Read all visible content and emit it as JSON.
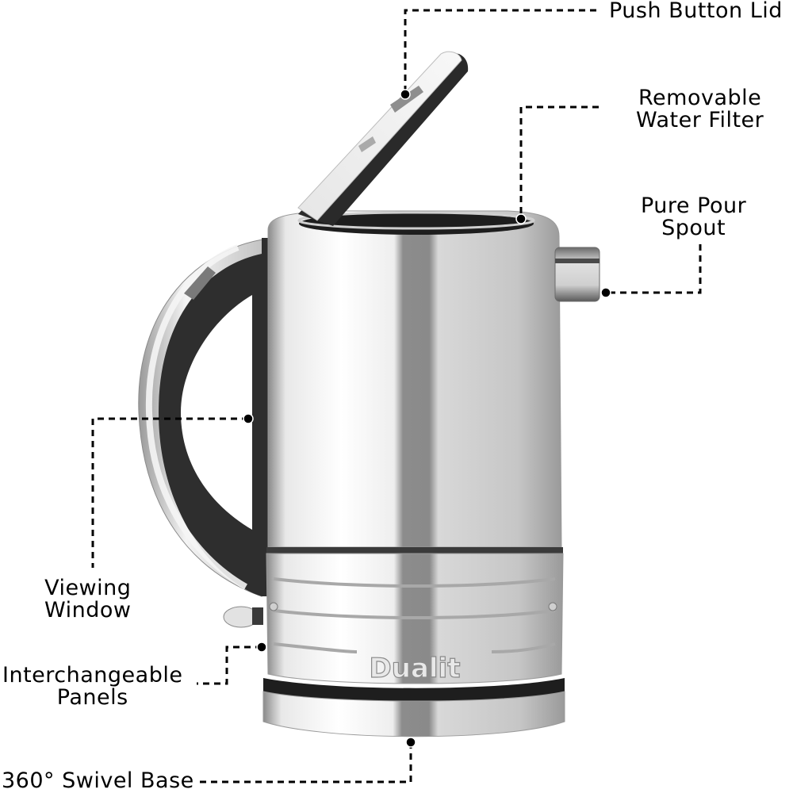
{
  "diagram": {
    "subject": "Electric kettle",
    "brand_mark": "Dualit",
    "colors": {
      "background": "#ffffff",
      "text": "#000000",
      "callout_line": "#000000",
      "steel_light": "#f2f2f2",
      "steel_mid": "#b8b8b8",
      "steel_dark": "#7a7a7a",
      "trim_dark": "#2e2e2e"
    },
    "callouts": [
      {
        "id": "lid",
        "lines": [
          "Push Button Lid"
        ]
      },
      {
        "id": "filter",
        "lines": [
          "Removable",
          "Water Filter"
        ]
      },
      {
        "id": "spout",
        "lines": [
          "Pure Pour",
          "Spout"
        ]
      },
      {
        "id": "window",
        "lines": [
          "Viewing",
          "Window"
        ]
      },
      {
        "id": "panels",
        "lines": [
          "Interchangeable",
          "Panels"
        ]
      },
      {
        "id": "base",
        "lines": [
          "360° Swivel Base"
        ]
      }
    ]
  }
}
